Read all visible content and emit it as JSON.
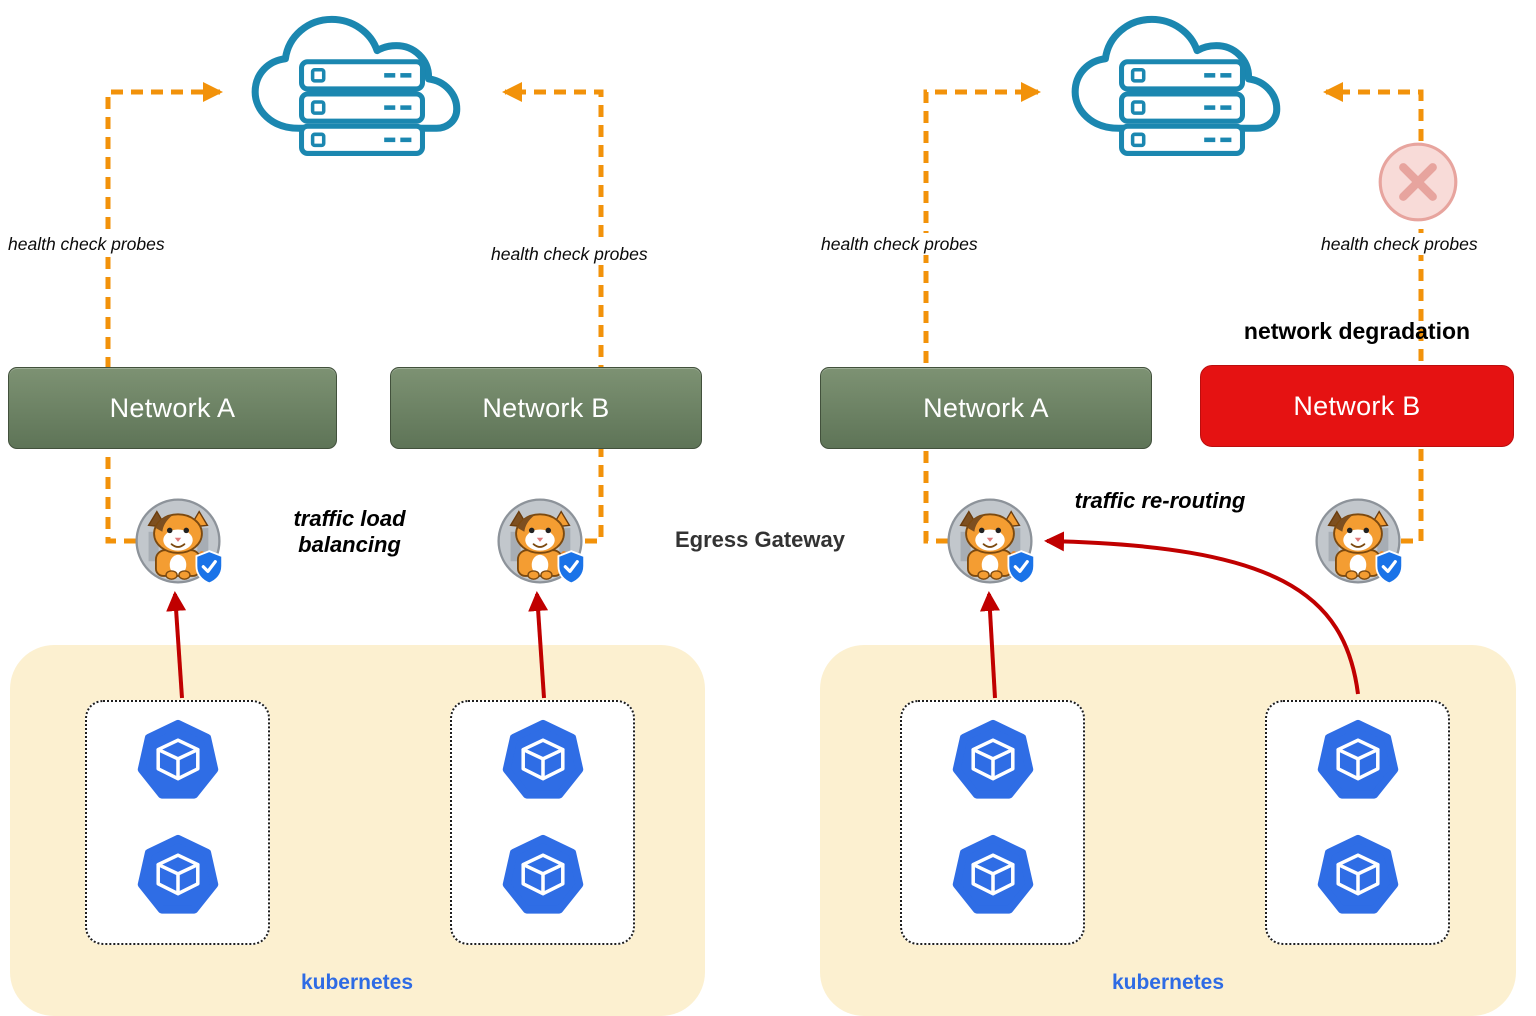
{
  "labels": {
    "health_check_probes": "health check probes",
    "network_a": "Network A",
    "network_b": "Network B",
    "traffic_load_balancing": "traffic load balancing",
    "traffic_re_routing": "traffic re-routing",
    "egress_gateway": "Egress Gateway",
    "network_degradation": "network degradation",
    "kubernetes": "kubernetes"
  },
  "colors": {
    "probe_orange": "#f2920a",
    "arrow_red": "#c00000",
    "network_green": "#6c8263",
    "network_red": "#e51212",
    "cluster_cream": "#fcf0d0",
    "kubernetes_blue": "#2e6be4",
    "cloud_teal": "#1b87b0",
    "shield_blue": "#1a73e8",
    "failure_pink": "#e7a49e"
  },
  "icons": {
    "cloud_server": "cloud-with-server-rack",
    "gateway": "egress-gateway-mascot",
    "pod": "kubernetes-pod-cube",
    "failure": "failed-probe-x",
    "shield": "shield-check"
  }
}
